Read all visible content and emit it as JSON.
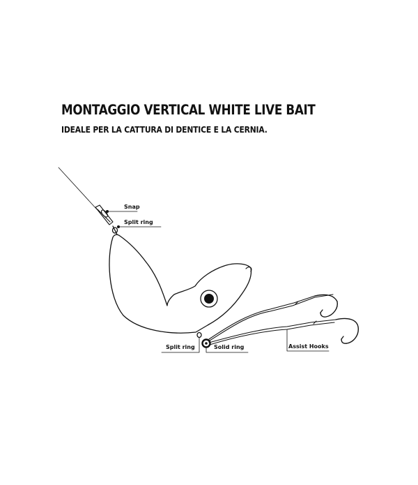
{
  "header": {
    "title": "MONTAGGIO VERTICAL WHITE LIVE BAIT",
    "subtitle": "IDEALE PER LA CATTURA DI DENTICE E LA CERNIA."
  },
  "labels": {
    "snap": "Snap",
    "split_ring_top": "Split ring",
    "split_ring_bottom": "Split ring",
    "solid_ring": "Solid ring",
    "assist_hooks": "Assist Hooks"
  },
  "colors": {
    "ink": "#111111",
    "background": "#ffffff"
  },
  "icons": [
    "fishing-line",
    "snap-swivel",
    "split-ring",
    "jig-body",
    "eye",
    "solid-ring",
    "assist-hook"
  ]
}
